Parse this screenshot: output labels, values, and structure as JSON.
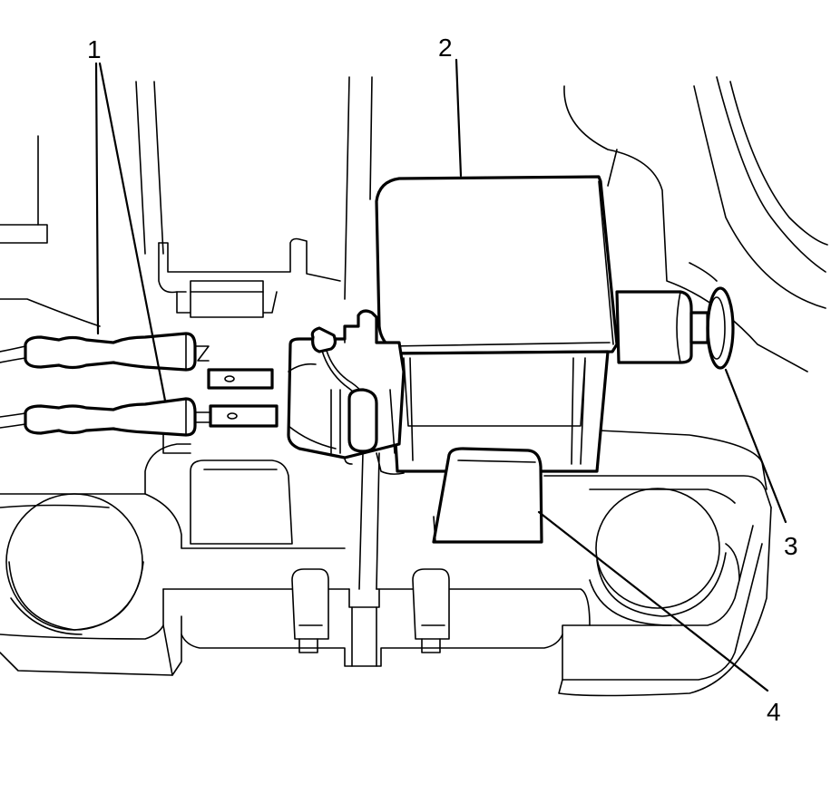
{
  "figure": {
    "callouts": [
      {
        "id": "1",
        "label": "1"
      },
      {
        "id": "2",
        "label": "2"
      },
      {
        "id": "3",
        "label": "3"
      },
      {
        "id": "4",
        "label": "4"
      }
    ],
    "line_color": "#000000",
    "background_color": "#ffffff"
  }
}
